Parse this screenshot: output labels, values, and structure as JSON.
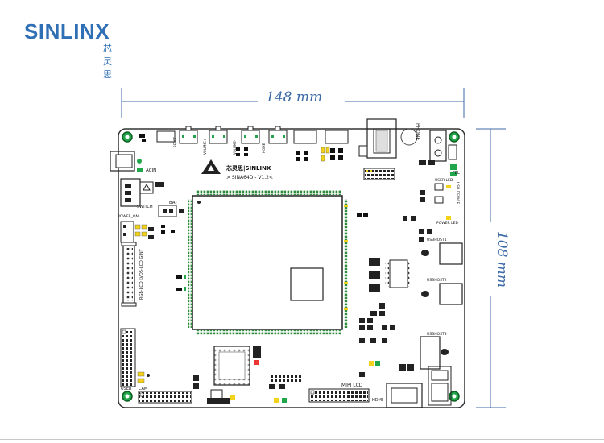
{
  "logo": {
    "brand": "SINLINX",
    "sub": "芯灵思"
  },
  "dimensions": {
    "width_label": "148 mm",
    "height_label": "108 mm"
  },
  "board": {
    "silkscreen_brand": "芯灵思|SINLINX",
    "model": "> SINA64D - V1.2<",
    "labels": {
      "acin": "ACIN",
      "switch": "SWITCH",
      "power_on": "POWER_ON",
      "bat": "BAT",
      "rgb_lcd": "RGB-LCD LVDS-LCD GINT",
      "cam": "CAM",
      "user": "USER",
      "mipi_lcd": "MIPI LCD",
      "hdmi": "HDMI",
      "phone": "PHONE",
      "fel": "FEL",
      "usb_device": "USB DEVICE",
      "user_led": "USER LED",
      "power_led": "POWER LED",
      "usbhost1": "USBHOST1",
      "usbhost2": "USBHOST2",
      "usbhost3": "USBHOST3",
      "reset": "RESET",
      "volume_up": "VOLUME+",
      "volume_dn": "VOLUME-",
      "home": "HOME"
    }
  },
  "colors": {
    "brand_blue": "#2f6fb5",
    "pcb_green": "#2e8b3e",
    "pad_green": "#22a64a",
    "pad_yellow": "#f2d21b"
  }
}
